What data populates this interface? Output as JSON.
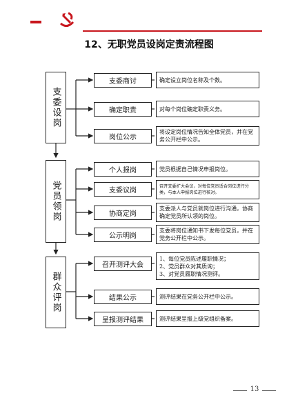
{
  "title": "12、无职党员设岗定责流程图",
  "page_number": "13",
  "accent_color": "#c8161d",
  "sections": [
    {
      "label": "支委设岗",
      "steps": [
        {
          "label": "支委商讨",
          "desc": "确定设立岗位名称及个数。"
        },
        {
          "label": "确定职责",
          "desc": "对每个岗位确定职责义务。"
        },
        {
          "label": "岗位公示",
          "desc": "将设定岗位情况告知全体党员，并在党务公开栏中公示。"
        }
      ]
    },
    {
      "label": "党员领岗",
      "steps": [
        {
          "label": "个人报岗",
          "desc": "党员根据自己情况申报岗位。"
        },
        {
          "label": "支委议岗",
          "desc": "召开支委扩大会议，对每位党员适合岗位进行分类，与本人申报岗位进行核对。"
        },
        {
          "label": "协商定岗",
          "desc": "支委派人与党员就岗位进行沟通，协商确定党员所认领的岗位。"
        },
        {
          "label": "公示明岗",
          "desc": "支委将岗位通知书下发每位党员，并在党务公开栏中公示。"
        }
      ]
    },
    {
      "label": "群众评岗",
      "steps": [
        {
          "label": "召开测评大会",
          "desc_items": [
            "1、每位党员陈述履职情况；",
            "2、党员群众对其质询；",
            "3、对党员履职情况测评。"
          ]
        },
        {
          "label": "结果公示",
          "desc": "测评结果在党务公开栏中公示。"
        },
        {
          "label": "呈报测评结果",
          "desc": "测评结果呈报上级党组织备案。"
        }
      ]
    }
  ]
}
